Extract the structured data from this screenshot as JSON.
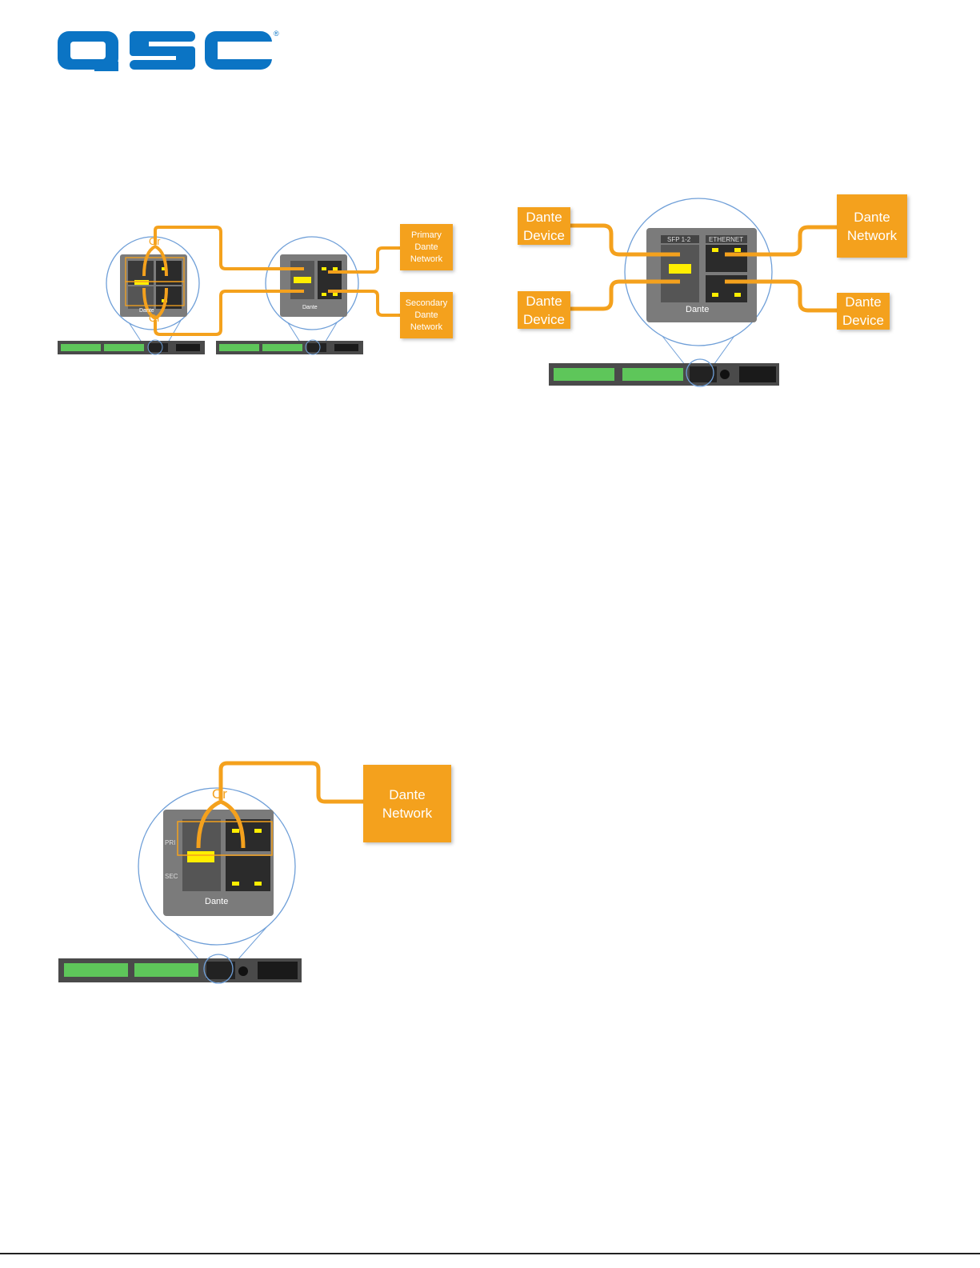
{
  "header": {
    "logo_text": "QSC",
    "logo_mark": "®"
  },
  "colors": {
    "brand_blue": "#0b74c4",
    "orange": "#f4a11d",
    "circle_blue": "#6f9fd8",
    "panel_gray": "#7b7b7b"
  },
  "diagram1": {
    "or_top": "Or",
    "or_bottom": "Or",
    "primary_box": "Primary\nDante\nNetwork",
    "secondary_box": "Secondary\nDante\nNetwork"
  },
  "diagram2": {
    "box_tl": "Dante\nDevice",
    "box_bl": "Dante\nDevice",
    "box_tr": "Dante\nNetwork",
    "box_br": "Dante\nDevice"
  },
  "diagram3": {
    "or_label": "Or",
    "box": "Dante\nNetwork"
  },
  "panel_labels": {
    "sfp": "SFP 1-2",
    "ethernet": "ETHERNET",
    "pri": "PRI",
    "sec": "SEC",
    "dante": "Dante"
  }
}
